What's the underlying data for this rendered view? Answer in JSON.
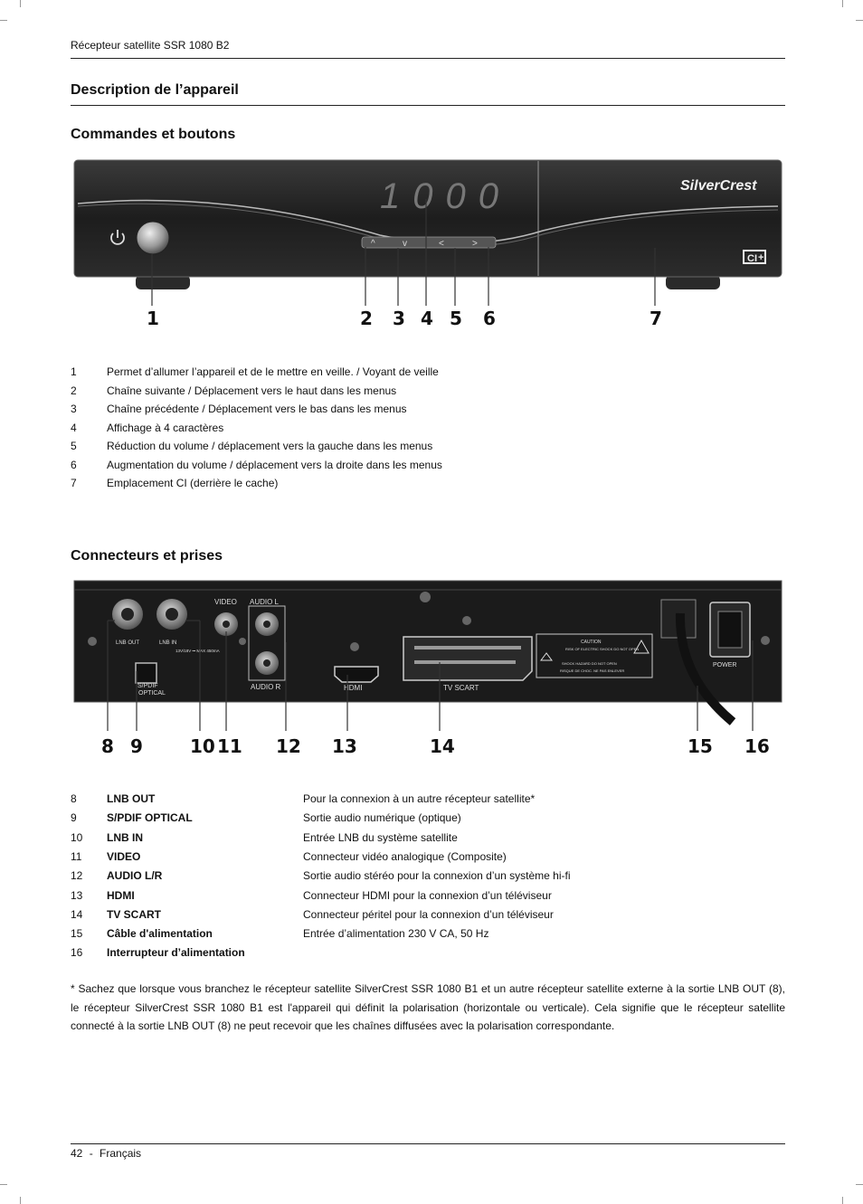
{
  "header": {
    "title": "Récepteur satellite SSR 1080 B2"
  },
  "sections": {
    "device_description": "Description de l’appareil",
    "controls": "Commandes et boutons",
    "connectors": "Connecteurs et prises"
  },
  "front_panel": {
    "display": "1000",
    "brand": "SilverCrest",
    "callouts": [
      "1",
      "2",
      "3",
      "4",
      "5",
      "6",
      "7"
    ]
  },
  "controls_list": [
    {
      "num": "1",
      "text": "Permet d’allumer l’appareil et de le mettre en veille. / Voyant de veille"
    },
    {
      "num": "2",
      "text": "Chaîne suivante / Déplacement vers le haut dans les menus"
    },
    {
      "num": "3",
      "text": "Chaîne précédente / Déplacement vers le bas dans les menus"
    },
    {
      "num": "4",
      "text": "Affichage à 4 caractères"
    },
    {
      "num": "5",
      "text": "Réduction du volume / déplacement vers la gauche dans les menus"
    },
    {
      "num": "6",
      "text": "Augmentation du volume / déplacement vers la droite dans les menus"
    },
    {
      "num": "7",
      "text": "Emplacement CI (derrière le cache)"
    }
  ],
  "rear_panel": {
    "labels": {
      "lnb_out": "LNB OUT",
      "lnb_in": "LNB IN",
      "lnb_spec": "13V/18V ⎓ MAX 450mA",
      "spdif": "S/PDIF OPTICAL",
      "video": "VIDEO",
      "audio_l": "AUDIO L",
      "audio_r": "AUDIO R",
      "hdmi": "HDMI",
      "tv_scart": "TV SCART",
      "caution": "CAUTION",
      "caution_sub": "RISK OF ELECTRIC SHOCK DO NOT OPEN",
      "shock_hazard": "SHOCK HAZARD DO NOT OPEN",
      "risque": "RISQUE DE CHOC. NE PAS ENLEVER",
      "power": "POWER"
    },
    "callouts": [
      "8",
      "9",
      "10",
      "11",
      "12",
      "13",
      "14",
      "15",
      "16"
    ]
  },
  "connectors_list": [
    {
      "num": "8",
      "term": "LNB OUT",
      "desc": "Pour la connexion à un autre récepteur satellite*"
    },
    {
      "num": "9",
      "term": "S/PDIF OPTICAL",
      "desc": "Sortie audio numérique (optique)"
    },
    {
      "num": "10",
      "term": "LNB IN",
      "desc": "Entrée LNB du système satellite"
    },
    {
      "num": "11",
      "term": "VIDEO",
      "desc": "Connecteur vidéo analogique (Composite)"
    },
    {
      "num": "12",
      "term": "AUDIO L/R",
      "desc": "Sortie audio stéréo pour la connexion d’un système hi-fi"
    },
    {
      "num": "13",
      "term": "HDMI",
      "desc": "Connecteur HDMI pour la connexion d’un téléviseur"
    },
    {
      "num": "14",
      "term": "TV SCART",
      "desc": "Connecteur péritel pour la connexion d’un téléviseur"
    },
    {
      "num": "15",
      "term": "Câble d'alimentation",
      "desc": "Entrée d’alimentation 230 V CA, 50 Hz"
    },
    {
      "num": "16",
      "term": "Interrupteur d’alimentation",
      "desc": ""
    }
  ],
  "note": "* Sachez que lorsque vous branchez le récepteur satellite SilverCrest SSR 1080 B1 et un autre récepteur satellite externe à la sortie LNB OUT (8), le récepteur SilverCrest SSR 1080 B1 est l'appareil qui définit la polarisation (horizontale ou verticale). Cela signifie que le récepteur satellite connecté à la sortie LNB OUT (8) ne peut recevoir que les chaînes diffusées avec la polarisation correspondante.",
  "footer": {
    "page": "42",
    "separator": "-",
    "language": "Français"
  }
}
